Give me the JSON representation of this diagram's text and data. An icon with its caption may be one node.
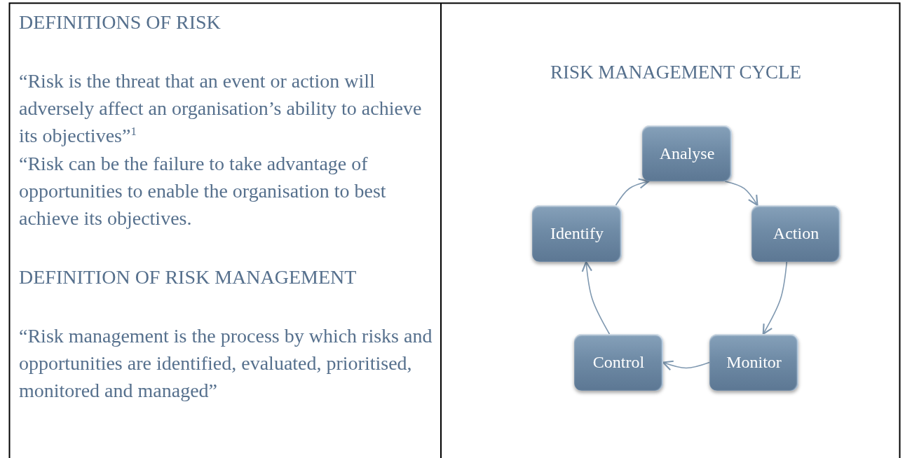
{
  "diagram": {
    "title": "RISK MANAGEMENT CYCLE",
    "nodes": [
      {
        "text": [
          "Analyse"
        ]
      },
      {
        "text": [
          "Action"
        ]
      },
      {
        "text": [
          "Monitor"
        ]
      },
      {
        "text": [
          "Control"
        ]
      },
      {
        "text": [
          "Identify"
        ]
      }
    ],
    "edges": [
      {
        "from": 0,
        "to": 1,
        "arrow": "to"
      },
      {
        "from": 1,
        "to": 2,
        "arrow": "to"
      },
      {
        "from": 2,
        "to": 3,
        "arrow": "to"
      },
      {
        "from": 3,
        "to": 4,
        "arrow": "to"
      },
      {
        "from": 4,
        "to": 0,
        "arrow": "to"
      }
    ],
    "labels": [
      "DEFINITIONS OF RISK",
      "“Risk is the threat that an event or action will adversely affect an organisation’s ability to achieve its objectives”$^{1}$",
      "“Risk can be the failure to take advantage of opportunities to enable the organisation to best achieve its objectives.",
      "DEFINITION OF RISK MANAGEMENT",
      "“Risk management is the process by which risks and opportunities are identified, evaluated, prioritised, monitored and managed”"
    ]
  }
}
